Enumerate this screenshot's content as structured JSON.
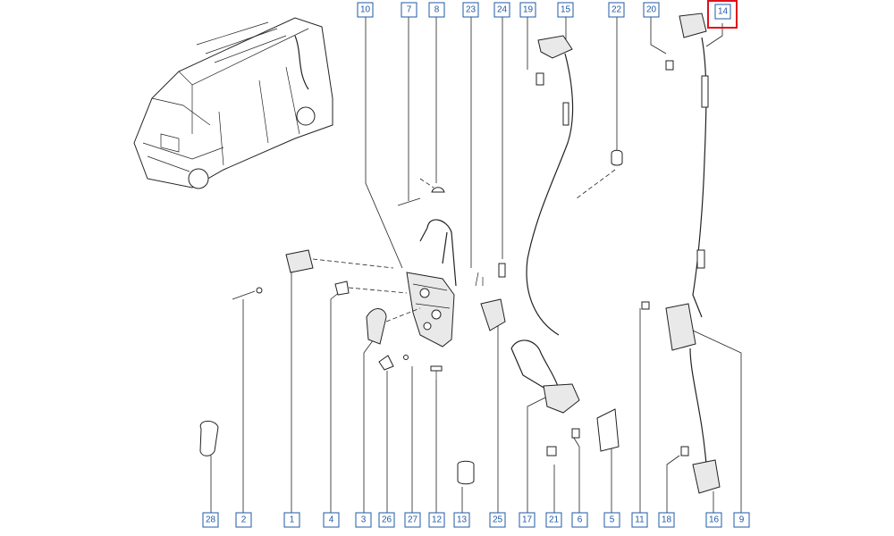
{
  "callouts_top": [
    {
      "id": "c10",
      "label": "10"
    },
    {
      "id": "c7",
      "label": "7"
    },
    {
      "id": "c8",
      "label": "8"
    },
    {
      "id": "c23",
      "label": "23"
    },
    {
      "id": "c24",
      "label": "24"
    },
    {
      "id": "c19",
      "label": "19"
    },
    {
      "id": "c15",
      "label": "15"
    },
    {
      "id": "c22",
      "label": "22"
    },
    {
      "id": "c20",
      "label": "20"
    },
    {
      "id": "c14",
      "label": "14"
    }
  ],
  "callouts_bottom": [
    {
      "id": "b28",
      "label": "28"
    },
    {
      "id": "b2",
      "label": "2"
    },
    {
      "id": "b1",
      "label": "1"
    },
    {
      "id": "b4",
      "label": "4"
    },
    {
      "id": "b3",
      "label": "3"
    },
    {
      "id": "b26",
      "label": "26"
    },
    {
      "id": "b27",
      "label": "27"
    },
    {
      "id": "b12",
      "label": "12"
    },
    {
      "id": "b13",
      "label": "13"
    },
    {
      "id": "b25",
      "label": "25"
    },
    {
      "id": "b17",
      "label": "17"
    },
    {
      "id": "b21",
      "label": "21"
    },
    {
      "id": "b6",
      "label": "6"
    },
    {
      "id": "b5",
      "label": "5"
    },
    {
      "id": "b11",
      "label": "11"
    },
    {
      "id": "b18",
      "label": "18"
    },
    {
      "id": "b16",
      "label": "16"
    },
    {
      "id": "b9",
      "label": "9"
    }
  ],
  "highlighted_callout": "14",
  "colors": {
    "callout": "#1f5aa6",
    "highlight": "#e0101a",
    "line": "#222222"
  }
}
